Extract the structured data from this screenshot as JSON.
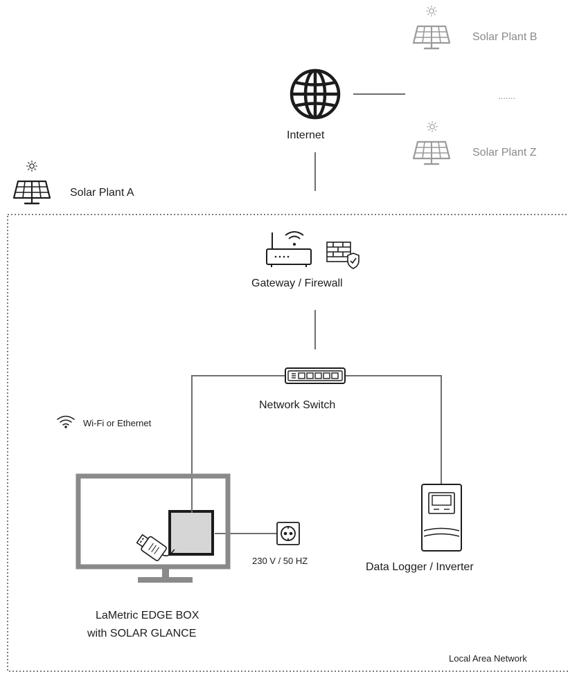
{
  "diagram": {
    "remote_plants": [
      {
        "label": "Solar Plant B",
        "icon": "solar-panel-icon"
      },
      {
        "label": "Solar Plant Z",
        "icon": "solar-panel-icon"
      }
    ],
    "ellipsis": ".......",
    "internet": {
      "label": "Internet",
      "icon": "globe-icon"
    },
    "local_plant": {
      "label": "Solar Plant A",
      "icon": "solar-panel-icon"
    },
    "gateway": {
      "label": "Gateway / Firewall",
      "icons": [
        "router-icon",
        "firewall-icon"
      ]
    },
    "switch": {
      "label": "Network Switch",
      "icon": "network-switch-icon"
    },
    "connection": {
      "label": "Wi-Fi or Ethernet",
      "icon": "wifi-icon"
    },
    "power": {
      "label": "230 V / 50 HZ",
      "icon": "power-socket-icon"
    },
    "logger": {
      "label": "Data Logger / Inverter",
      "icon": "inverter-icon"
    },
    "device": {
      "label_line1": "LaMetric EDGE BOX",
      "label_line2": "with SOLAR GLANCE",
      "icon": "monitor-icon"
    },
    "network_zone": {
      "label": "Local Area Network"
    },
    "colors": {
      "dark": "#1c1c1c",
      "grey": "#8a8a8a",
      "line": "#7a7a7a",
      "box_fill": "#d6d6d6"
    }
  }
}
